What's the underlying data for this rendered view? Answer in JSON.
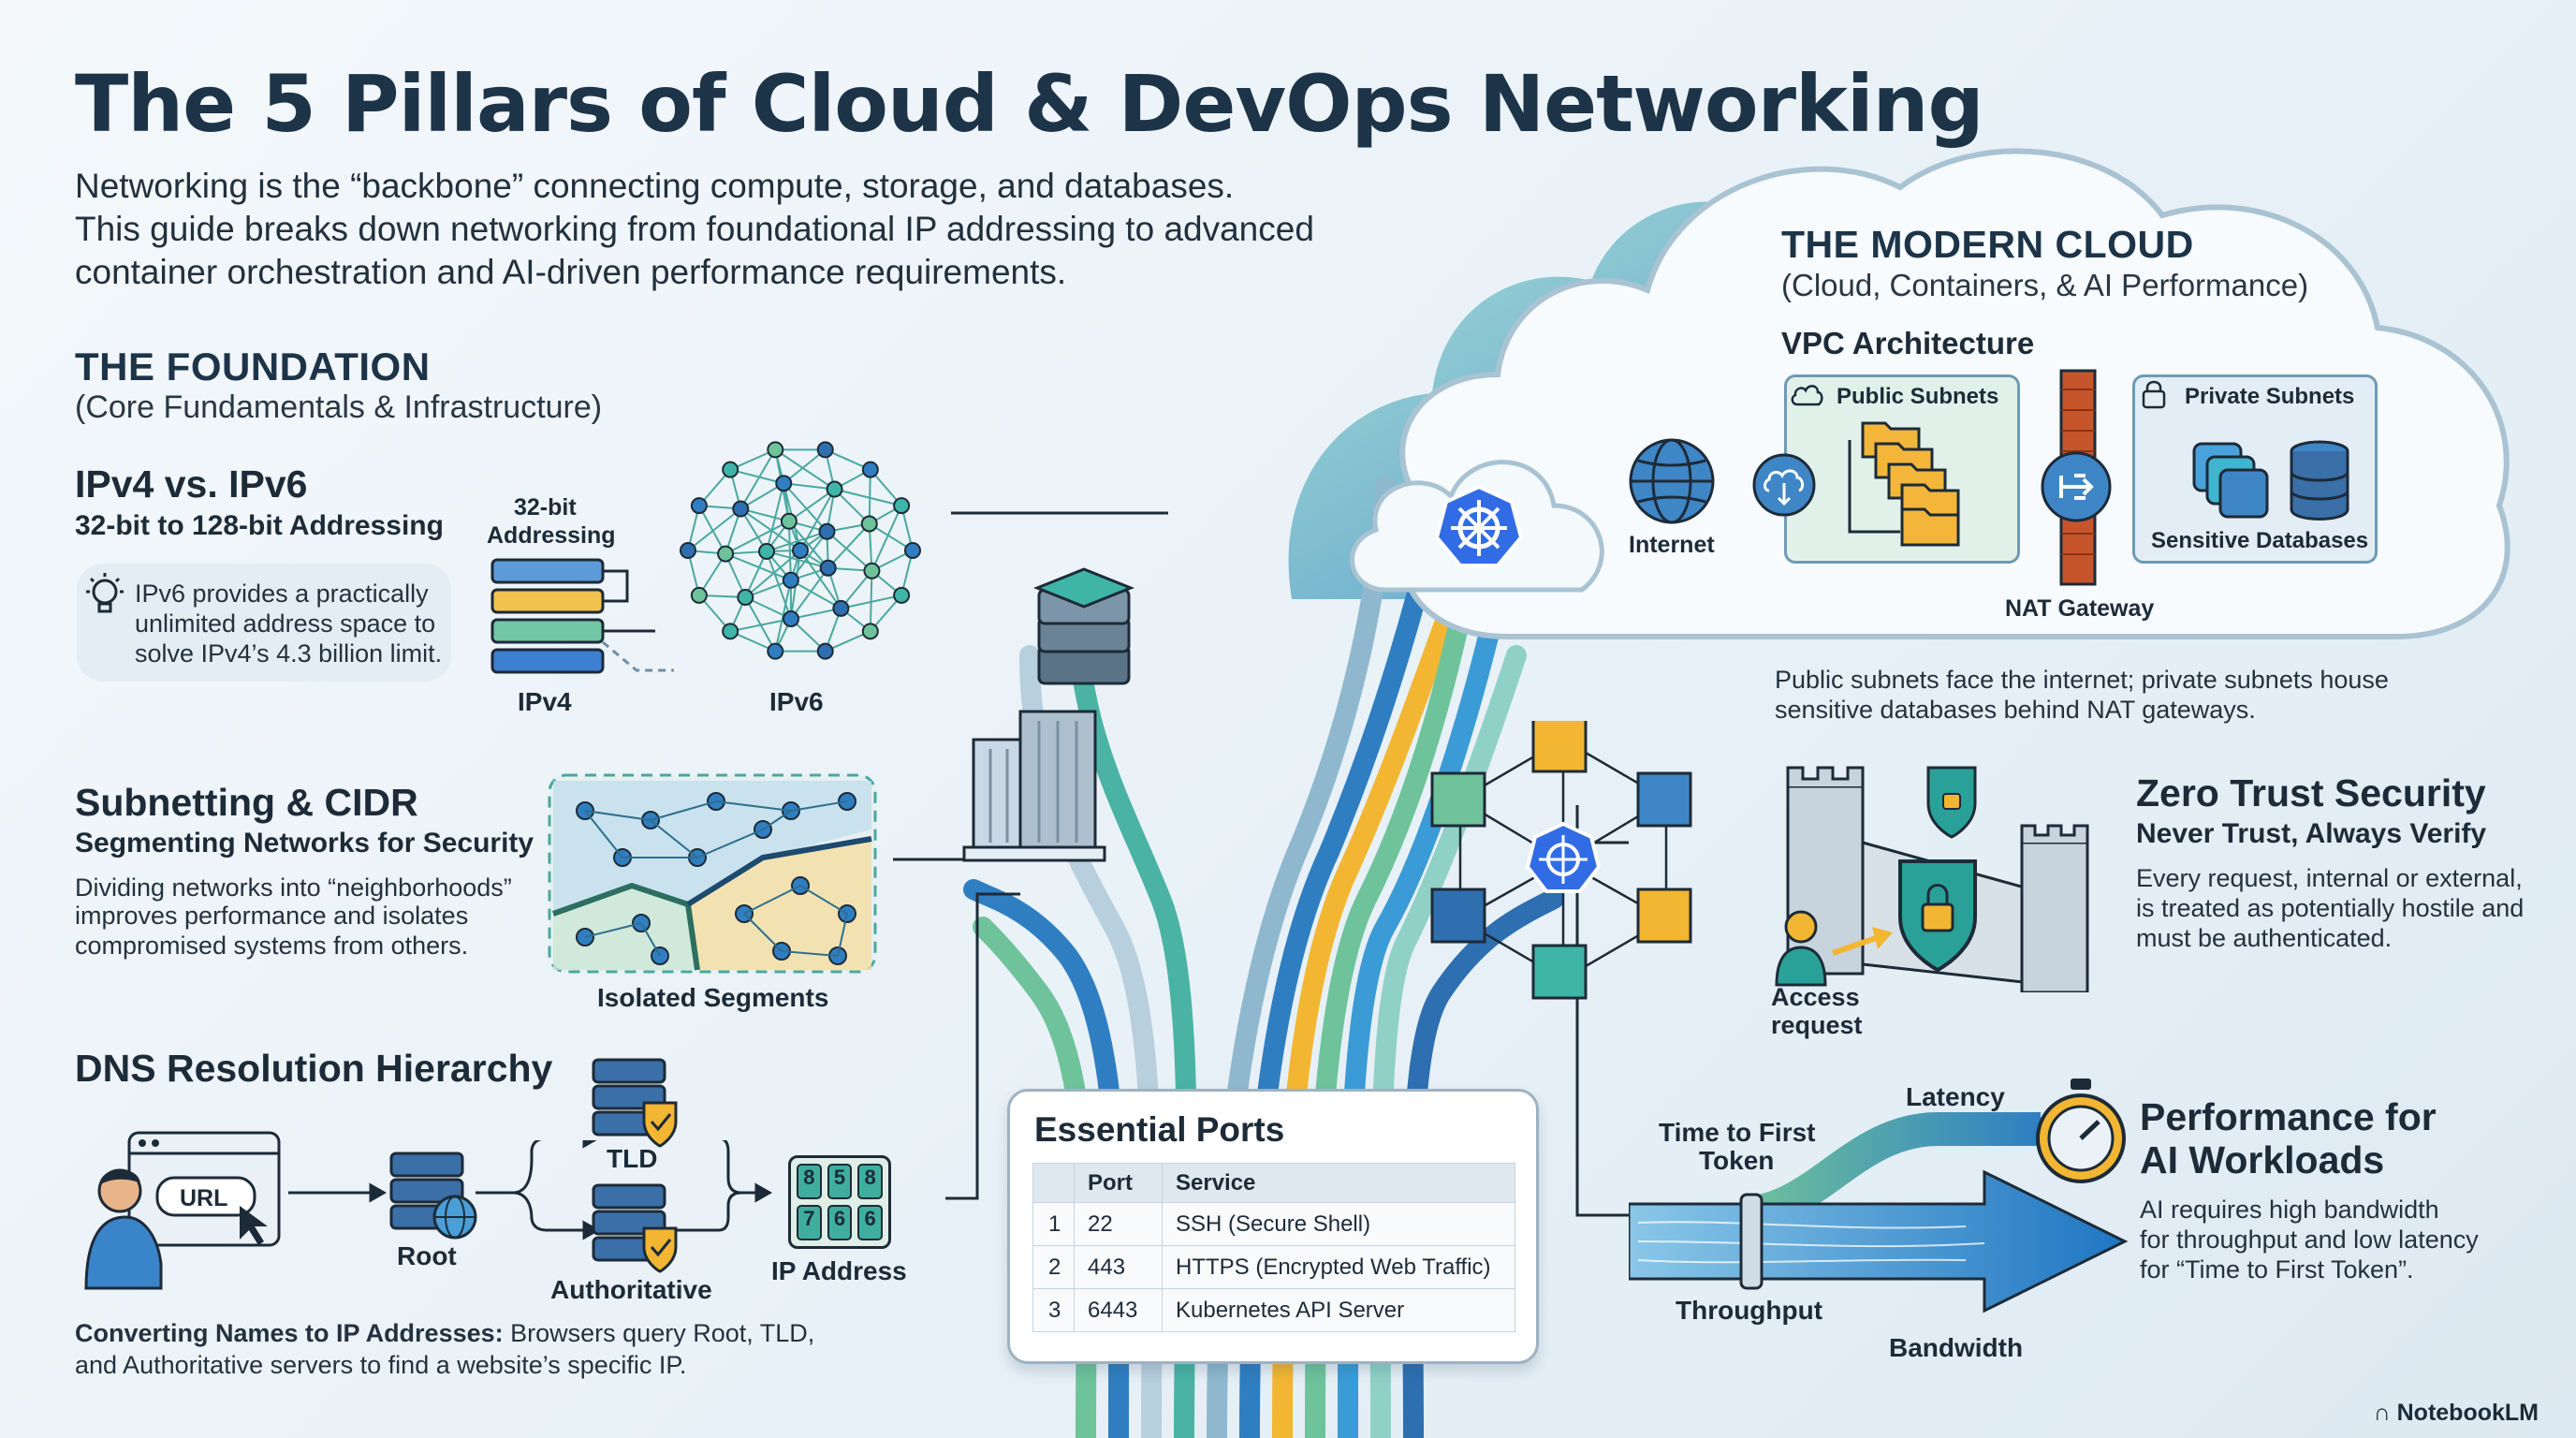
{
  "title": "The 5 Pillars of Cloud & DevOps Networking",
  "intro": {
    "line1": "Networking is the “backbone” connecting compute, storage, and databases.",
    "line2": "This guide breaks down networking from foundational IP addressing to advanced",
    "line3": "container orchestration and AI-driven performance requirements."
  },
  "foundation": {
    "heading": "THE FOUNDATION",
    "subheading": "(Core Fundamentals & Infrastructure)"
  },
  "ipv": {
    "title": "IPv4 vs. IPv6",
    "subtitle": "32-bit to 128-bit Addressing",
    "tip_line1": "IPv6 provides a practically",
    "tip_line2": "unlimited address space to",
    "tip_line3": "solve IPv4’s 4.3 billion limit.",
    "bits_label_line1": "32-bit",
    "bits_label_line2": "Addressing",
    "ipv4_label": "IPv4",
    "ipv6_label": "IPv6"
  },
  "subnet": {
    "title": "Subnetting & CIDR",
    "subtitle": "Segmenting Networks for Security",
    "desc_line1": "Dividing networks into “neighborhoods”",
    "desc_line2": "improves performance and isolates",
    "desc_line3": "compromised systems from others.",
    "segments_label": "Isolated Segments"
  },
  "dns": {
    "title": "DNS Resolution Hierarchy",
    "url_label": "URL",
    "root_label": "Root",
    "tld_label": "TLD",
    "auth_label": "Authoritative",
    "ip_label": "IP Address",
    "keypad": [
      "8",
      "5",
      "8",
      "7",
      "6",
      "6"
    ],
    "desc_bold": "Converting Names to IP Addresses:",
    "desc_rest": " Browsers query Root, TLD,",
    "desc_line2": "and Authoritative servers to find a website’s specific IP."
  },
  "ports": {
    "title": "Essential Ports",
    "headers": [
      "",
      "Port",
      "Service"
    ],
    "rows": [
      [
        "1",
        "22",
        "SSH (Secure Shell)"
      ],
      [
        "2",
        "443",
        "HTTPS (Encrypted Web Traffic)"
      ],
      [
        "3",
        "6443",
        "Kubernetes API Server"
      ]
    ]
  },
  "modern": {
    "heading": "THE MODERN CLOUD",
    "subheading": "(Cloud, Containers, & AI Performance)"
  },
  "vpc": {
    "title": "VPC Architecture",
    "internet_label": "Internet",
    "public_label": "Public Subnets",
    "private_label": "Private Subnets",
    "db_label": "Sensitive Databases",
    "nat_label": "NAT Gateway",
    "desc_line1": "Public subnets face the internet; private subnets house",
    "desc_line2": "sensitive databases behind NAT gateways."
  },
  "zero_trust": {
    "title": "Zero Trust Security",
    "subtitle": "Never Trust, Always Verify",
    "desc_line1": "Every request, internal or external,",
    "desc_line2": "is treated as potentially hostile and",
    "desc_line3": "must be authenticated.",
    "access_line1": "Access",
    "access_line2": "request"
  },
  "ai": {
    "title_line1": "Performance for",
    "title_line2": "AI Workloads",
    "desc_line1": "AI requires high bandwidth",
    "desc_line2": "for throughput and low latency",
    "desc_line3": "for “Time to First Token”.",
    "ttft_line1": "Time to First",
    "ttft_line2": "Token",
    "latency_label": "Latency",
    "throughput_label": "Throughput",
    "bandwidth_label": "Bandwidth"
  },
  "brand": "NotebookLM",
  "colors": {
    "navy": "#1d3448",
    "teal": "#2aa198",
    "blue": "#2f6fb7",
    "yellow": "#f2b632",
    "green": "#7cc47a",
    "k8s_blue": "#326ce5"
  }
}
